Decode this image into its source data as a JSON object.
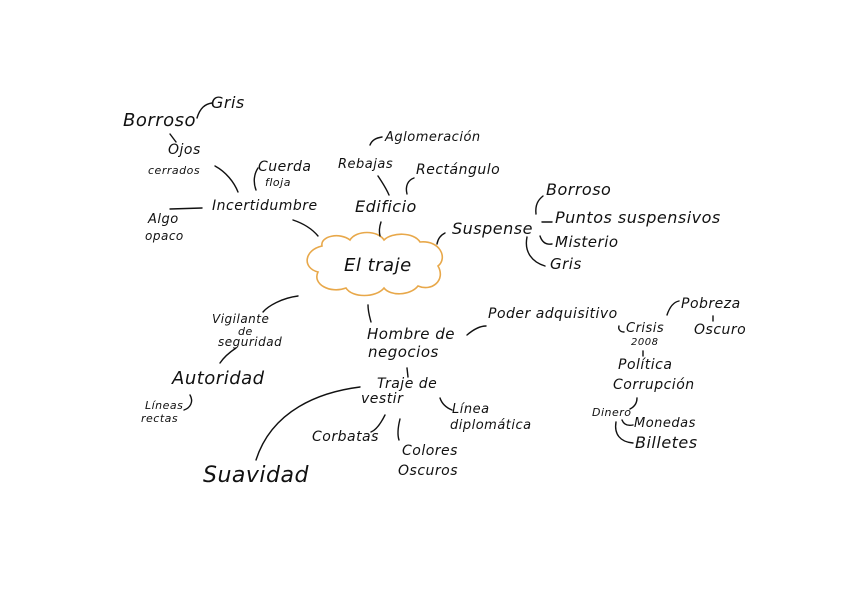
{
  "central": "El traje",
  "colors": {
    "cloud": "#e8a84a",
    "ink": "#111111"
  },
  "nodes": {
    "gris_top": "Gris",
    "borroso_top": "Borroso",
    "ojos": "Ojos",
    "cerrados": "cerrados",
    "cuerda": "Cuerda",
    "floja": "floja",
    "incertidumbre": "Incertidumbre",
    "algo": "Algo",
    "opaco": "opaco",
    "aglomeracion": "Aglomeración",
    "rebajas": "Rebajas",
    "rectangulo": "Rectángulo",
    "edificio": "Edificio",
    "suspense": "Suspense",
    "borroso_right": "Borroso",
    "puntos": "Puntos suspensivos",
    "misterio": "Misterio",
    "gris_right": "Gris",
    "vigilante": "Vigilante",
    "de_vig": "de",
    "seguridad": "seguridad",
    "autoridad": "Autoridad",
    "lineas": "Líneas",
    "rectas": "rectas",
    "hombre": "Hombre de",
    "negocios": "negocios",
    "poder": "Poder adquisitivo",
    "pobreza": "Pobreza",
    "oscuro": "Oscuro",
    "crisis": "Crisis",
    "year": "2008",
    "politica": "Política",
    "corrupcion": "Corrupción",
    "dinero": "Dinero",
    "monedas": "Monedas",
    "billetes": "Billetes",
    "traje_de": "Traje de",
    "vestir": "vestir",
    "linea": "Línea",
    "diplomatica": "diplomática",
    "corbatas": "Corbatas",
    "colores": "Colores",
    "oscuros": "Oscuros",
    "suavidad": "Suavidad"
  }
}
